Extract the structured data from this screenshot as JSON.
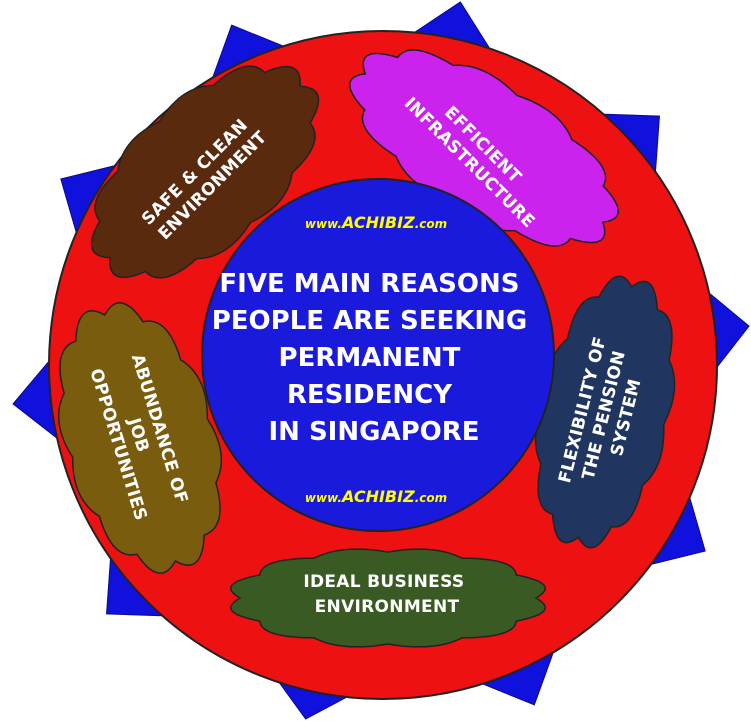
{
  "watermark": {
    "prefix": "www.",
    "brand": "ACHIBIZ",
    "suffix": ".com"
  },
  "center": {
    "title_lines": [
      "FIVE MAIN REASONS",
      "PEOPLE ARE SEEKING",
      "PERMANENT",
      "RESIDENCY",
      "IN SINGAPORE"
    ]
  },
  "reasons": [
    {
      "lines": [
        "SAFE & CLEAN",
        "ENVIRONMENT"
      ],
      "color": "#5a2a0e"
    },
    {
      "lines": [
        "EFFICIENT",
        "INFRASTRUCTURE"
      ],
      "color": "#cc22ee"
    },
    {
      "lines": [
        "FLEXIBILITY OF",
        "THE PENSION",
        "SYSTEM"
      ],
      "color": "#203660"
    },
    {
      "lines": [
        "IDEAL BUSINESS",
        "ENVIRONMENT"
      ],
      "color": "#3a5a24"
    },
    {
      "lines": [
        "ABUNDANCE OF",
        "JOB",
        "OPPORTUNITIES"
      ],
      "color": "#7a5c0f"
    }
  ],
  "colors": {
    "ring": "#ee1111",
    "spikes": "#1111dd",
    "center": "#1a1adc",
    "outline": "#222222"
  }
}
